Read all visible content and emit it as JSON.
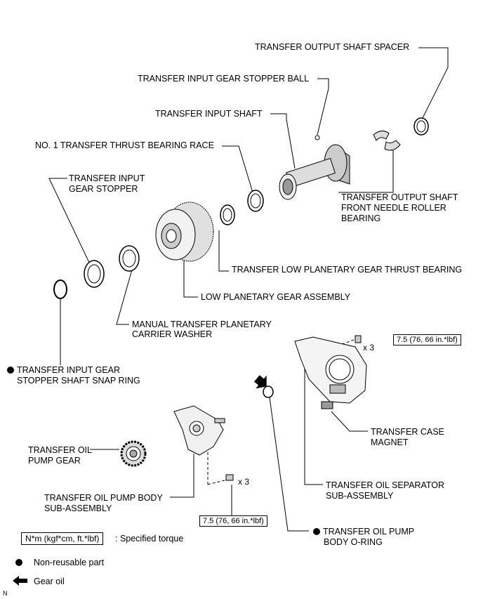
{
  "parts": {
    "output_spacer": "TRANSFER OUTPUT SHAFT SPACER",
    "stopper_ball": "TRANSFER INPUT GEAR STOPPER BALL",
    "input_shaft": "TRANSFER INPUT SHAFT",
    "thrust_race": "NO. 1 TRANSFER THRUST BEARING RACE",
    "gear_stopper_1": "TRANSFER INPUT",
    "gear_stopper_2": "GEAR STOPPER",
    "needle_1": "TRANSFER OUTPUT SHAFT",
    "needle_2": "FRONT NEEDLE ROLLER",
    "needle_3": "BEARING",
    "low_thrust": "TRANSFER LOW PLANETARY GEAR THRUST BEARING",
    "low_planetary": "LOW PLANETARY GEAR ASSEMBLY",
    "washer_1": "MANUAL TRANSFER PLANETARY",
    "washer_2": "CARRIER WASHER",
    "snap_ring_1": "TRANSFER INPUT GEAR",
    "snap_ring_2": "STOPPER SHAFT SNAP RING",
    "case_magnet_1": "TRANSFER CASE",
    "case_magnet_2": "MAGNET",
    "oil_pump_gear_1": "TRANSFER OIL",
    "oil_pump_gear_2": "PUMP GEAR",
    "separator_1": "TRANSFER OIL SEPARATOR",
    "separator_2": "SUB-ASSEMBLY",
    "pump_body_1": "TRANSFER OIL PUMP BODY",
    "pump_body_2": "SUB-ASSEMBLY",
    "pump_oring_1": "TRANSFER OIL PUMP",
    "pump_oring_2": "BODY O-RING"
  },
  "torque": {
    "upper": "7.5 (76, 66 in.*lbf)",
    "lower": "7.5 (76, 66 in.*lbf)",
    "upper_qty": "x 3",
    "lower_qty": "x 3"
  },
  "legend": {
    "torque_box": "N*m (kgf*cm, ft.*lbf)",
    "torque_text": ": Specified torque",
    "nonreusable": "Non-reusable part",
    "gear_oil": "Gear oil"
  },
  "corner_mark": "N"
}
